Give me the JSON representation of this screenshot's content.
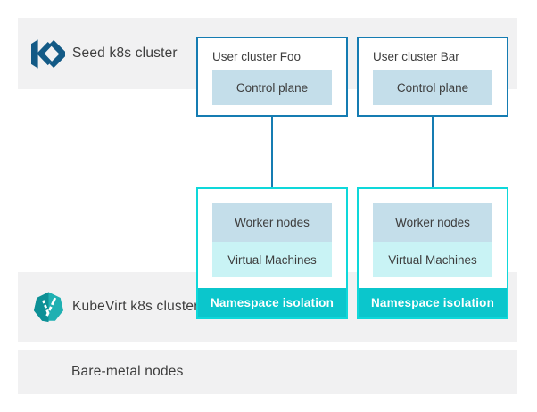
{
  "diagram": {
    "bands": {
      "seed": {
        "label": "Seed k8s cluster",
        "icon": "kubermatic-logo"
      },
      "kubevirt": {
        "label": "KubeVirt k8s cluster",
        "icon": "kubevirt-logo"
      },
      "baremetal": {
        "label": "Bare-metal nodes"
      }
    },
    "user_clusters": [
      {
        "title": "User cluster Foo",
        "control_plane_label": "Control plane"
      },
      {
        "title": "User cluster Bar",
        "control_plane_label": "Control plane"
      }
    ],
    "kubevirt_clusters": [
      {
        "worker_label": "Worker nodes",
        "vm_label": "Virtual Machines",
        "namespace_label": "Namespace isolation"
      },
      {
        "worker_label": "Worker nodes",
        "vm_label": "Virtual Machines",
        "namespace_label": "Namespace isolation"
      }
    ],
    "colors": {
      "band-bg": "#f1f1f2",
      "blue-border": "#157cb2",
      "steel-fill": "#c4deea",
      "vm-fill": "#c9f3f5",
      "cyan-border": "#0ed8da",
      "teal-bar": "#0bc6cc",
      "kubermatic-navy": "#135a86",
      "kubevirt-teal": "#1fb0b2",
      "kubevirt-teal-dark": "#0d9096",
      "text": "#3d3d3d"
    }
  }
}
